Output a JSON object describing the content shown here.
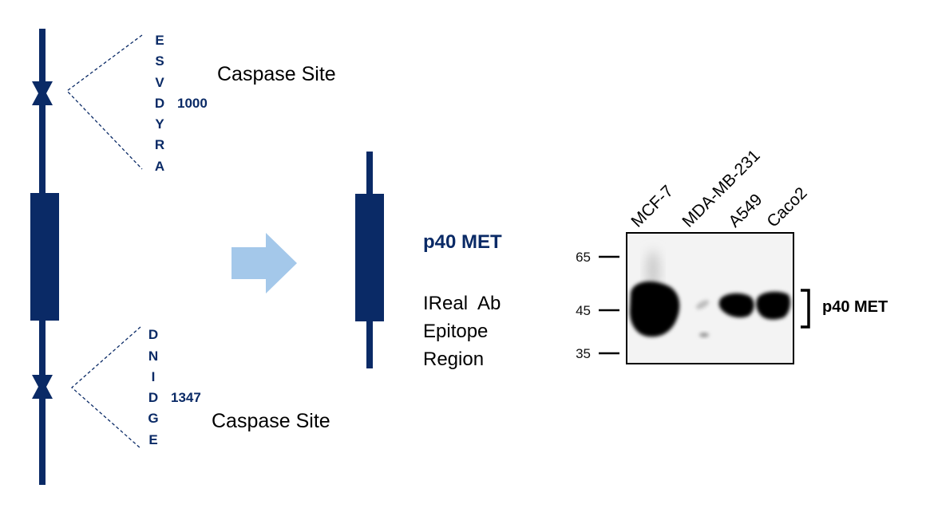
{
  "left_protein": {
    "upper_site": {
      "sequence": [
        "E",
        "S",
        "V",
        "D",
        "Y",
        "R",
        "A"
      ],
      "position": "1000",
      "label": "Caspase Site"
    },
    "lower_site": {
      "sequence": [
        "D",
        "N",
        "I",
        "D",
        "G",
        "E"
      ],
      "position": "1347",
      "label": "Caspase Site"
    }
  },
  "fragment": {
    "title": "p40 MET",
    "epitope_lines": [
      "IReal  Ab",
      "Epitope",
      "Region"
    ]
  },
  "western_blot": {
    "lanes": [
      "MCF-7",
      "MDA-MB-231",
      "A549",
      "Caco2"
    ],
    "mw_markers": [
      "65",
      "45",
      "35"
    ],
    "band_label": "p40 MET"
  },
  "colors": {
    "navy": "#0a2a66",
    "arrow": "#a4c8ea"
  }
}
